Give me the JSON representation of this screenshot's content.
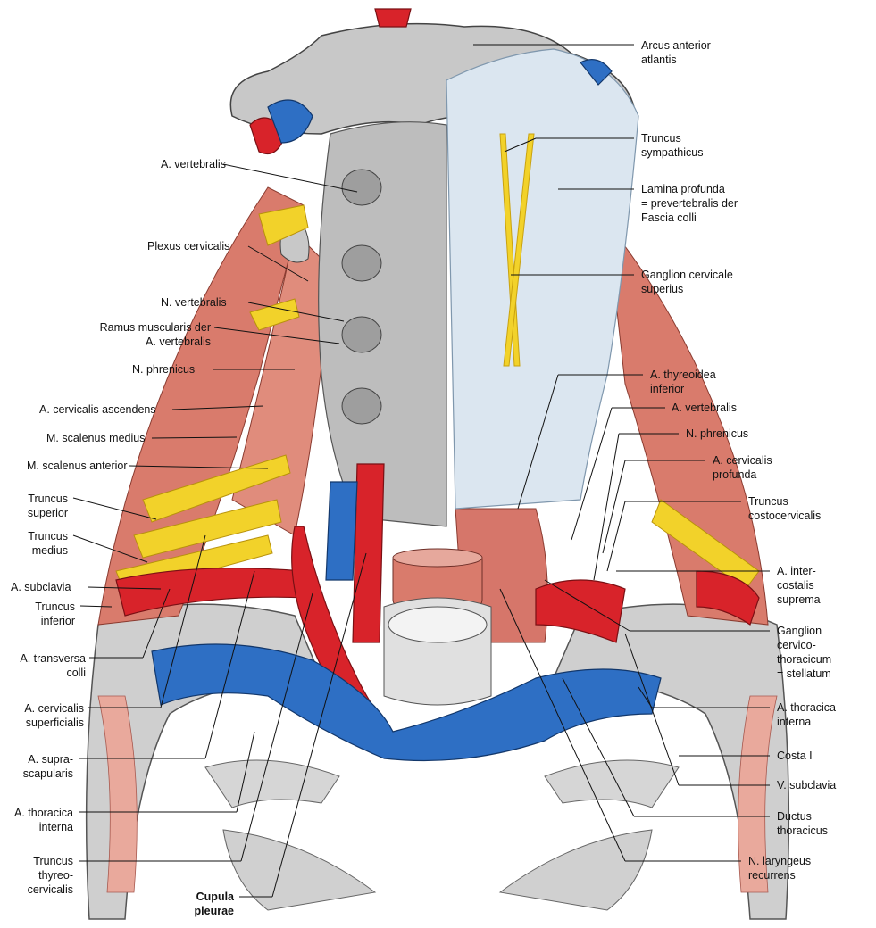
{
  "colors": {
    "artery": "#d8232a",
    "vein": "#2e6fc4",
    "nerve": "#f2d22a",
    "muscle": "#d97b6c",
    "bone": "#c9c9c9",
    "fascia": "#dbe6f0"
  },
  "labels": {
    "left": {
      "a_vertebralis": "A. vertebralis",
      "plexus_cervicalis": "Plexus cervicalis",
      "n_vertebralis": "N. vertebralis",
      "ramus_muscularis_1": "Ramus muscularis der",
      "ramus_muscularis_2": "A. vertebralis",
      "n_phrenicus": "N. phrenicus",
      "a_cervicalis_ascendens": "A. cervicalis ascendens",
      "m_scalenus_medius": "M. scalenus medius",
      "m_scalenus_anterior": "M. scalenus anterior",
      "truncus_superior_1": "Truncus",
      "truncus_superior_2": "superior",
      "truncus_medius_1": "Truncus",
      "truncus_medius_2": "medius",
      "a_subclavia": "A. subclavia",
      "truncus_inferior_1": "Truncus",
      "truncus_inferior_2": "inferior",
      "a_transversa_1": "A. transversa",
      "a_transversa_2": "colli",
      "a_cerv_superf_1": "A. cervicalis",
      "a_cerv_superf_2": "superficialis",
      "a_suprascap_1": "A. supra-",
      "a_suprascap_2": "scapularis",
      "a_thoracica_1": "A. thoracica",
      "a_thoracica_2": "interna",
      "truncus_thyreo_1": "Truncus",
      "truncus_thyreo_2": "thyreo-",
      "truncus_thyreo_3": "cervicalis",
      "cupula_1": "Cupula",
      "cupula_2": "pleurae"
    },
    "right": {
      "arcus_1": "Arcus anterior",
      "arcus_2": "atlantis",
      "truncus_symp_1": "Truncus",
      "truncus_symp_2": "sympathicus",
      "lamina_1": "Lamina profunda",
      "lamina_2": "= prevertebralis der",
      "lamina_3": "Fascia colli",
      "ganglion_sup_1": "Ganglion cervicale",
      "ganglion_sup_2": "superius",
      "a_thyreoidea_1": "A. thyreoidea",
      "a_thyreoidea_2": "inferior",
      "a_vertebralis": "A. vertebralis",
      "n_phrenicus": "N. phrenicus",
      "a_cerv_prof_1": "A. cervicalis",
      "a_cerv_prof_2": "profunda",
      "truncus_costo_1": "Truncus",
      "truncus_costo_2": "costocervicalis",
      "a_intercost_1": "A. inter-",
      "a_intercost_2": "costalis",
      "a_intercost_3": "suprema",
      "ganglion_ct_1": "Ganglion",
      "ganglion_ct_2": "cervico-",
      "ganglion_ct_3": "thoracicum",
      "ganglion_ct_4": "= stellatum",
      "a_thoracica_1": "A. thoracica",
      "a_thoracica_2": "interna",
      "costa": "Costa I",
      "v_subclavia": "V. subclavia",
      "ductus_1": "Ductus",
      "ductus_2": "thoracicus",
      "n_laryngeus_1": "N. laryngeus",
      "n_laryngeus_2": "recurrens"
    }
  }
}
